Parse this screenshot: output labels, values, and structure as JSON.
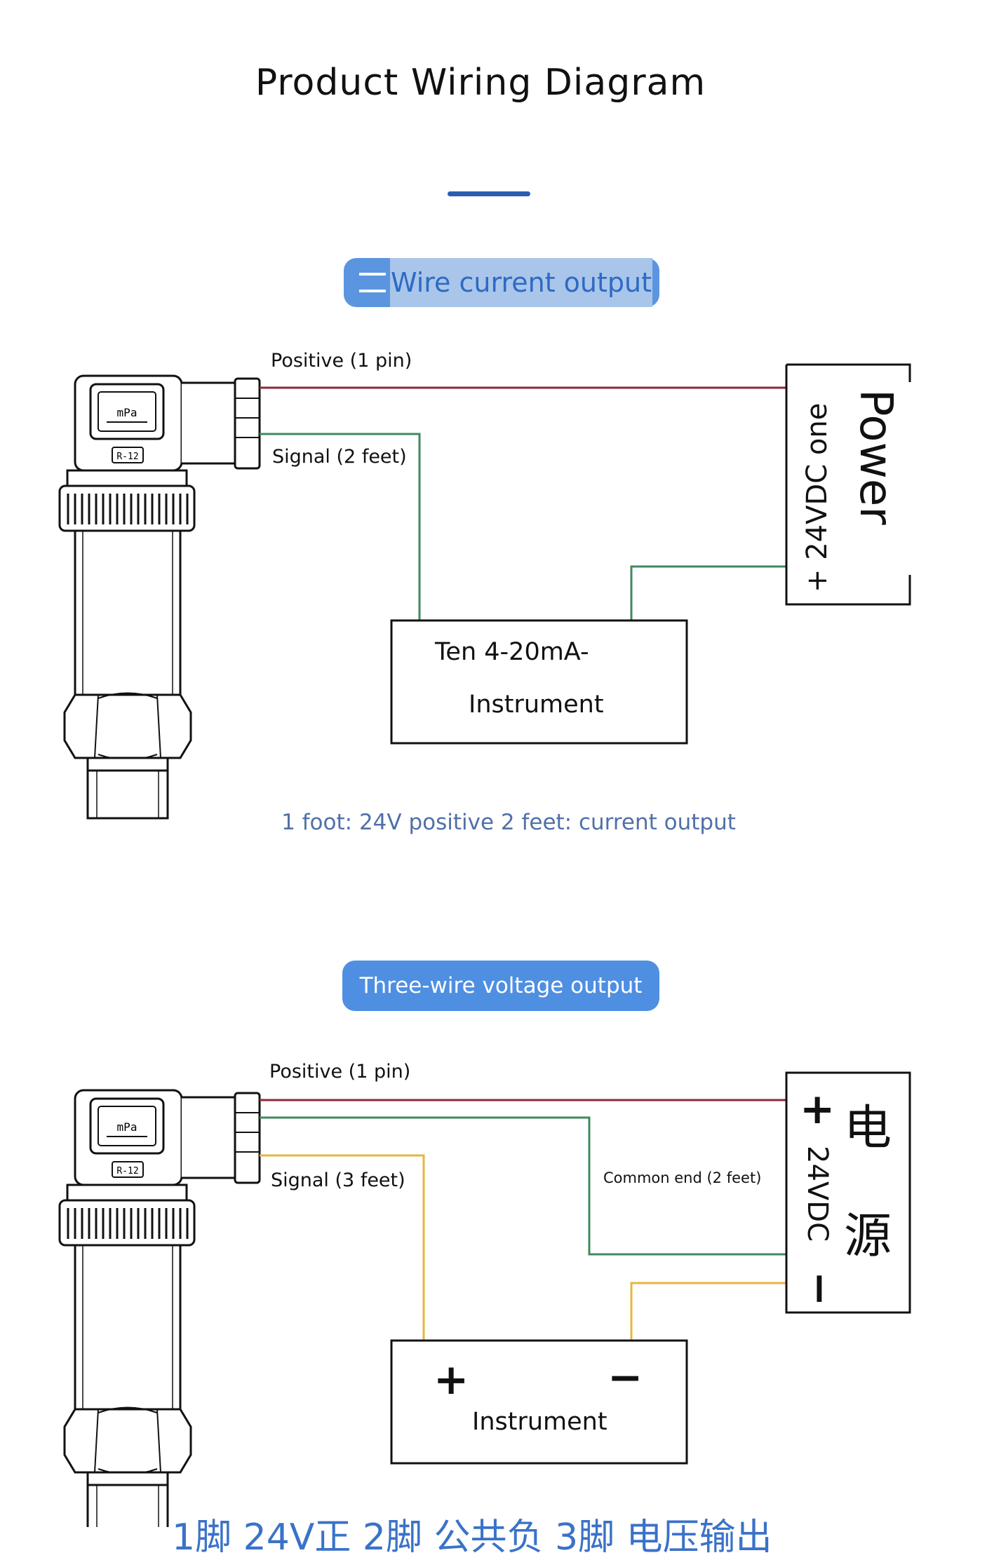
{
  "title": "Product Wiring Diagram",
  "section1": {
    "badge": "Wire current output",
    "wire_positive": "Positive (1 pin)",
    "wire_signal": "Signal (2 feet)",
    "power_label": "Power",
    "power_voltage": "+ 24VDC one",
    "instrument_line1": "Ten 4-20mA-",
    "instrument_line2": "Instrument",
    "caption": "1 foot: 24V positive 2 feet: current output"
  },
  "section2": {
    "badge": "Three-wire voltage output",
    "wire_positive": "Positive (1 pin)",
    "wire_signal": "Signal (3 feet)",
    "wire_common": "Common end (2 feet)",
    "power_plus": "+",
    "power_voltage": "24VDC",
    "power_minus": "−",
    "power_char_1": "电",
    "power_char_2": "源",
    "instrument_plus": "+",
    "instrument_minus": "−",
    "instrument_label": "Instrument",
    "caption_partial": "1脚 24V正 2脚 公共负 3脚 电压输出"
  },
  "colors": {
    "wire_red": "#8a2a35",
    "wire_green": "#3f8a5c",
    "wire_yellow": "#e8b540",
    "accent_blue": "#2a5db0",
    "badge_blue": "#4f8fe2",
    "caption_blue": "#5070a8"
  },
  "icons": [
    "pressure-transmitter-icon"
  ]
}
